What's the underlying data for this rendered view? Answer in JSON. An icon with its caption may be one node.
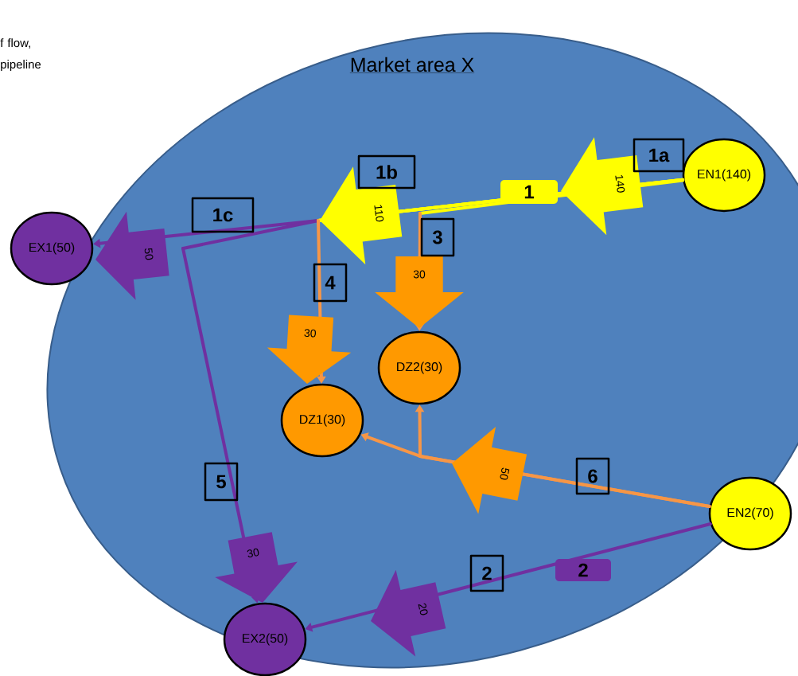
{
  "diagram": {
    "nodes": [
      {
        "text": [
          "Market area X"
        ]
      },
      {
        "text": [
          "EN1(140)"
        ],
        "in": 0
      },
      {
        "text": [
          "EX1(50)"
        ]
      },
      {
        "text": [
          "DZ2(30)"
        ],
        "in": 0
      },
      {
        "text": [
          "DZ1(30)"
        ],
        "in": 0
      },
      {
        "text": [
          "EN2(70)"
        ]
      },
      {
        "text": [
          "EX2(50)"
        ]
      }
    ],
    "edges": [
      {
        "from": 1,
        "to": 2,
        "arrow": "to"
      },
      {
        "from": 1,
        "to": 6,
        "arrow": "to"
      },
      {
        "from": 1,
        "to": 4,
        "arrow": "to"
      },
      {
        "from": 1,
        "to": 3,
        "arrow": "to"
      },
      {
        "from": 5,
        "to": 4,
        "arrow": "to",
        "color": "#f79646"
      },
      {
        "from": 5,
        "to": 3,
        "arrow": "to",
        "color": "#f79646"
      },
      {
        "from": 5,
        "to": 6,
        "arrow": "to",
        "color": "#7030a0",
        "label": "2"
      }
    ],
    "labels": [
      "f flow, pipeline",
      "1a",
      "140",
      "1",
      "1b",
      "110",
      "1c",
      "50",
      "3",
      "30",
      "4",
      "30",
      "6",
      "50",
      "5",
      "30",
      "2",
      "20"
    ]
  }
}
